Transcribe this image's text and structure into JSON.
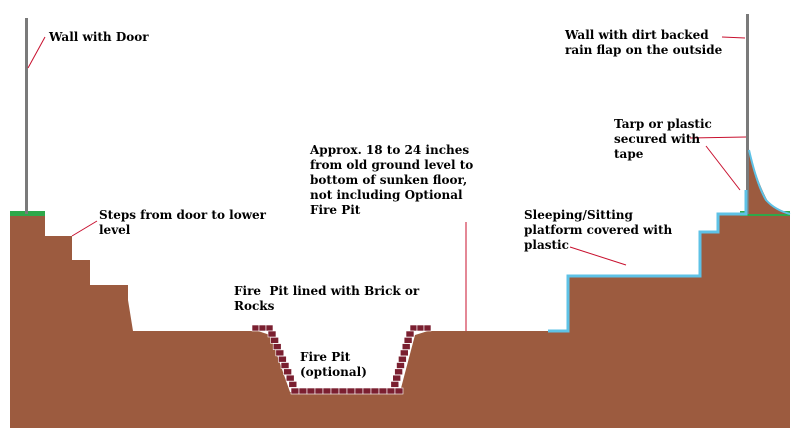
{
  "labels": {
    "wall_door": "Wall with Door",
    "wall_flap": "Wall with dirt backed\nrain flap on the outside",
    "tarp": "Tarp or plastic\nsecured with\ntape",
    "depth": "Approx. 18 to 24 inches\nfrom old ground level to\nbottom of sunken floor,\nnot including Optional\nFire Pit",
    "steps": "Steps from door to lower\nlevel",
    "platform": "Sleeping/Sitting\nplatform covered with\nplastic",
    "fire_lined": "Fire  Pit lined with Brick or\nRocks",
    "fire_pit": "Fire Pit\n(optional)"
  },
  "colors": {
    "earth": "#9c5b3f",
    "grass": "#2fa84a",
    "wall": "#7a7a7a",
    "plastic": "#5ec2e6",
    "brick": "#7a1f30",
    "leader": "#c8102e"
  }
}
